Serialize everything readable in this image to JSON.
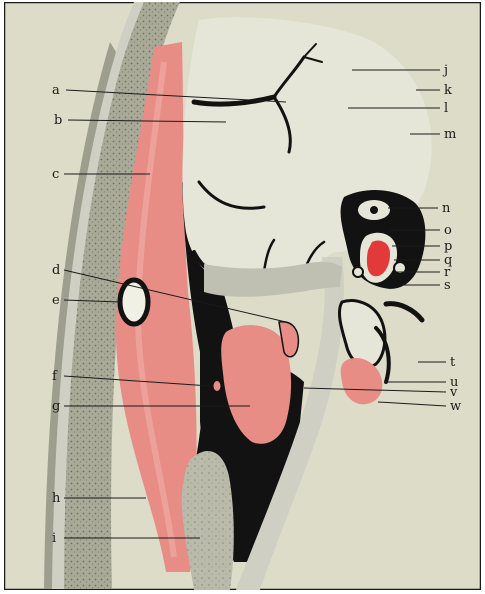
{
  "figure": {
    "colors": {
      "background": "#dcdcc8",
      "frame": "#1a1a1a",
      "skin_layer": "#cfcfc4",
      "textured_layer": "#a9aa98",
      "pink_tissue": "#e88c86",
      "pink_light": "#efb0aa",
      "dark_tissue": "#121212",
      "pale_tissue": "#e6e6d8",
      "red_vessel": "#e23a3a"
    },
    "labels_left": [
      "a",
      "b",
      "c",
      "d",
      "e",
      "f",
      "g",
      "h",
      "i"
    ],
    "labels_right": [
      "j",
      "k",
      "l",
      "m",
      "n",
      "o",
      "p",
      "q",
      "r",
      "s",
      "t",
      "u",
      "v",
      "w"
    ]
  }
}
